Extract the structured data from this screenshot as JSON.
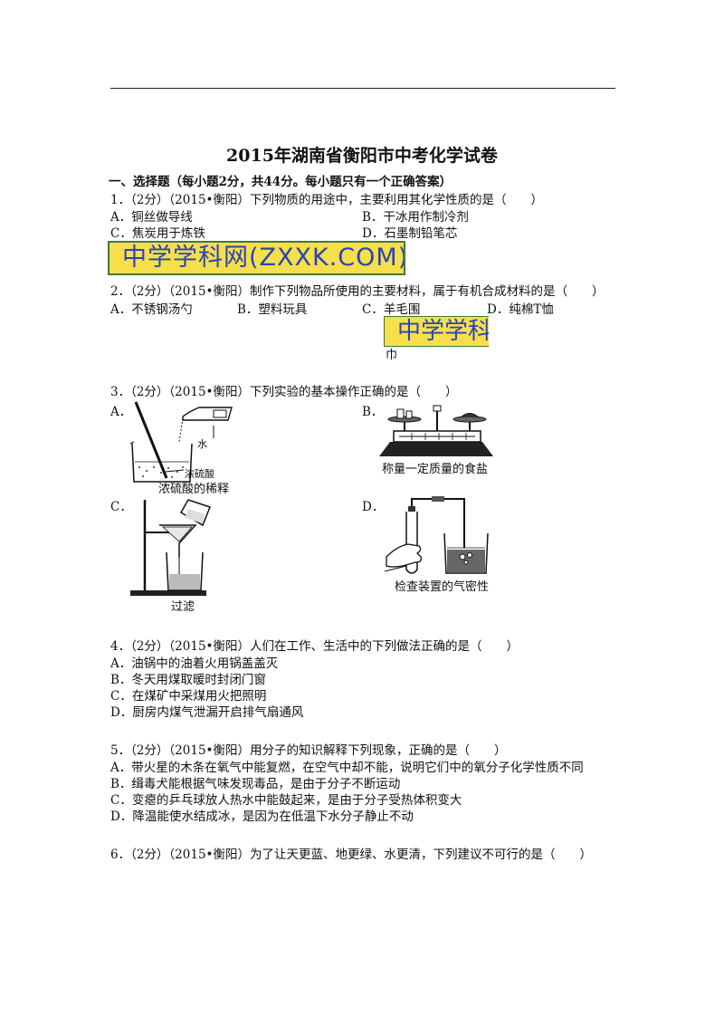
{
  "doc": {
    "title": "2015年湖南省衡阳市中考化学试卷",
    "section": "一、选择题（每小题2分，共44分。每小题只有一个正确答案）"
  },
  "watermark": {
    "text_1": "中学学科网(ZXXK.COM)",
    "text_2": "中学学科"
  },
  "q1": {
    "stem": "1．（2分）（2015•衡阳）下列物质的用途中，主要利用其化学性质的是（　　）",
    "a": "A．铜丝做导线",
    "b": "B．干冰用作制冷剂",
    "c": "C．焦炭用于炼铁",
    "d": "D．石墨制铅笔芯"
  },
  "q2": {
    "stem": "2．（2分）（2015•衡阳）制作下列物品所使用的主要材料，属于有机合成材料的是（　　）",
    "a": "A．不锈钢汤勺",
    "b": "B．塑料玩具",
    "c": "C．羊毛围",
    "c_cont": "巾",
    "d": "D．纯棉T恤"
  },
  "q3": {
    "stem": "3．（2分）（2015•衡阳）下列实验的基本操作正确的是（　　）",
    "a_letter": "A．",
    "b_letter": "B．",
    "c_letter": "C．",
    "d_letter": "D．",
    "a_label_water": "水",
    "a_label_acid": "浓硫酸",
    "a_caption": "浓硫酸的稀释",
    "b_caption": "称量一定质量的食盐",
    "c_caption": "过滤",
    "d_caption": "检查装置的气密性"
  },
  "q4": {
    "stem": "4．（2分）（2015•衡阳）人们在工作、生活中的下列做法正确的是（　　）",
    "a": "A．油锅中的油着火用锅盖盖灭",
    "b": "B．冬天用煤取暖时封闭门窗",
    "c": "C．在煤矿中采煤用火把照明",
    "d": "D．厨房内煤气泄漏开启排气扇通风"
  },
  "q5": {
    "stem": "5．（2分）（2015•衡阳）用分子的知识解释下列现象，正确的是（　　）",
    "a": "A．带火星的木条在氧气中能复燃，在空气中却不能，说明它们中的氧分子化学性质不同",
    "b": "B．缉毒犬能根据气味发现毒品，是由于分子不断运动",
    "c": "C．变瘪的乒乓球放人热水中能鼓起来，是由于分子受热体积变大",
    "d": "D．降温能使水结成冰，是因为在低温下水分子静止不动"
  },
  "q6": {
    "stem": "6．（2分）（2015•衡阳）为了让天更蓝、地更绿、水更清，下列建议不可行的是（　　）"
  }
}
